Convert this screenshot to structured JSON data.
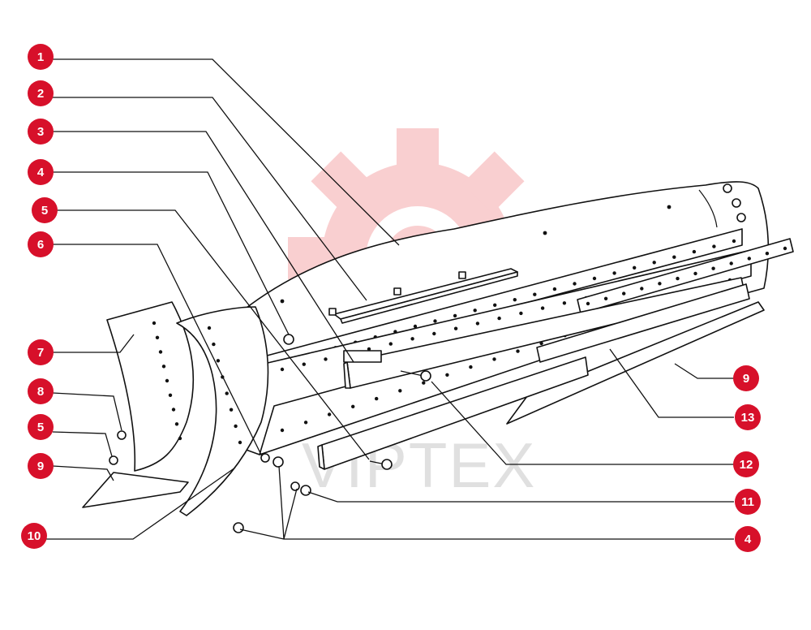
{
  "watermark": {
    "text": "VIPTEX",
    "color": "#e8282f"
  },
  "callouts": [
    {
      "id": "c1",
      "label": "1"
    },
    {
      "id": "c2",
      "label": "2"
    },
    {
      "id": "c3",
      "label": "3"
    },
    {
      "id": "c4a",
      "label": "4"
    },
    {
      "id": "c5a",
      "label": "5"
    },
    {
      "id": "c6",
      "label": "6"
    },
    {
      "id": "c7",
      "label": "7"
    },
    {
      "id": "c8",
      "label": "8"
    },
    {
      "id": "c5b",
      "label": "5"
    },
    {
      "id": "c9a",
      "label": "9"
    },
    {
      "id": "c10",
      "label": "10"
    },
    {
      "id": "c9b",
      "label": "9"
    },
    {
      "id": "c13",
      "label": "13"
    },
    {
      "id": "c12",
      "label": "12"
    },
    {
      "id": "c11",
      "label": "11"
    },
    {
      "id": "c4b",
      "label": "4"
    }
  ],
  "colors": {
    "callout_fill": "#d7102a",
    "line": "#111111"
  }
}
